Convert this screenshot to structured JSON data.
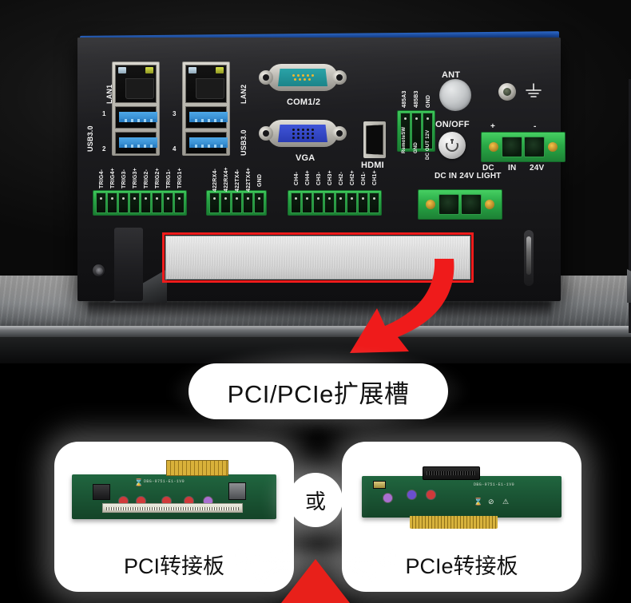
{
  "product": {
    "device_panel": {
      "ports": [
        {
          "id": "lan1",
          "label": "LAN1",
          "type": "rj45"
        },
        {
          "id": "lan2",
          "label": "LAN2",
          "type": "rj45"
        },
        {
          "id": "usb_left",
          "label": "USB3.0",
          "type": "usb",
          "port_numbers": [
            "1",
            "2"
          ]
        },
        {
          "id": "usb_right",
          "label": "USB3.0",
          "type": "usb",
          "port_numbers": [
            "3",
            "4"
          ]
        },
        {
          "id": "com",
          "label": "COM1/2",
          "type": "db9"
        },
        {
          "id": "vga",
          "label": "VGA",
          "type": "de15"
        },
        {
          "id": "hdmi",
          "label": "HDMI",
          "type": "hdmi"
        },
        {
          "id": "ant",
          "label": "ANT",
          "type": "antenna-hole"
        },
        {
          "id": "power",
          "label": "ON/OFF",
          "type": "power-button"
        }
      ],
      "terminal_blocks": [
        {
          "id": "trig",
          "pins": [
            "TRIG4-",
            "TRIG4+",
            "TRIG3-",
            "TRIG3+",
            "TRIG2-",
            "TRIG2+",
            "TRIG1-",
            "TRIG1+"
          ]
        },
        {
          "id": "rs422",
          "pins": [
            "422RX4-",
            "422RX4+",
            "422TX4-",
            "422TX4+",
            "GND"
          ]
        },
        {
          "id": "channels",
          "pins": [
            "CH4-",
            "CH4+",
            "CH3-",
            "CH3+",
            "CH2-",
            "CH2+",
            "CH1-",
            "CH1+"
          ]
        },
        {
          "id": "rs485",
          "pins": [
            "485A3",
            "485B3",
            "GND"
          ]
        },
        {
          "id": "remote",
          "pins": [
            "RemoteSW",
            "GND",
            "DC OUT 12V"
          ],
          "caption": "DC IN 24V LIGHT"
        },
        {
          "id": "dc_in",
          "pins": [
            "DC",
            "IN",
            "24V"
          ],
          "polarity": [
            "+",
            "-"
          ]
        }
      ],
      "expansion_slot": {
        "highlight_color": "#ef1b1b",
        "callout": "PCI/PCIe扩展槽"
      }
    },
    "option_cards": [
      {
        "id": "pci",
        "caption": "PCI转接板",
        "silkscreen": "DBG-9751-E1-1V0"
      },
      {
        "id": "pcie",
        "caption": "PCIe转接板",
        "silkscreen": "DBG-9751-E1-1V0"
      }
    ],
    "separator": "或"
  }
}
